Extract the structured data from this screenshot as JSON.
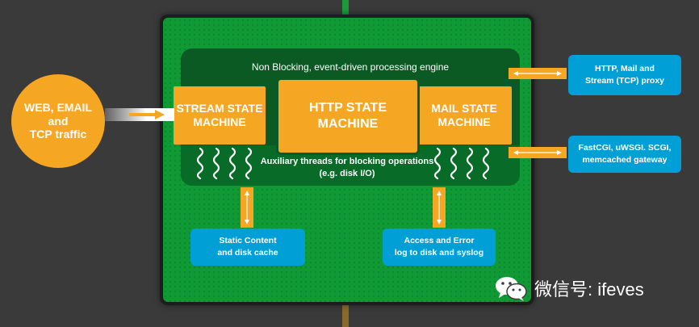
{
  "nodes": {
    "engine": "Non Blocking, event-driven processing engine",
    "stream_state": [
      "STREAM STATE",
      "MACHINE"
    ],
    "http_state": [
      "HTTP STATE",
      "MACHINE"
    ],
    "mail_state": [
      "MAIL STATE",
      "MACHINE"
    ],
    "aux_threads": [
      "Auxiliary threads for blocking operations",
      "(e.g. disk I/O)"
    ],
    "traffic": [
      "WEB, EMAIL",
      "and",
      "TCP traffic"
    ],
    "proxy": [
      "HTTP, Mail and",
      "Stream (TCP) proxy"
    ],
    "gateway": [
      "FastCGI, uWSGI. SCGI,",
      "memcached gateway"
    ],
    "static_content": [
      "Static Content",
      "and disk cache"
    ],
    "access_logs": [
      "Access and Error",
      "log to disk and syslog"
    ]
  },
  "watermark": {
    "text": "微信号: ifeves",
    "icon": "wechat-icon"
  },
  "colors": {
    "background": "#3a3a3a",
    "board": "#0f9a36",
    "core": "#0b5a24",
    "state_machine": "#f5a623",
    "external": "#00a0d6",
    "arrow": "#f5a623"
  }
}
